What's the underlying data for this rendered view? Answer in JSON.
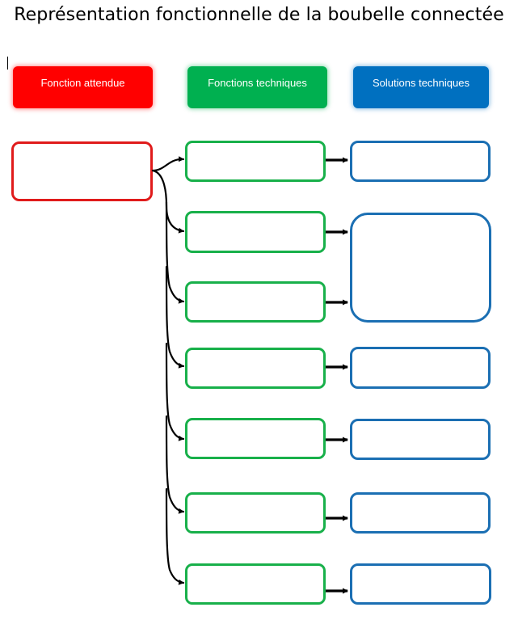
{
  "title": "Représentation fonctionnelle de la boubelle connectée",
  "headers": {
    "expected_function": "Fonction attendue",
    "technical_functions": "Fonctions techniques",
    "technical_solutions": "Solutions techniques"
  },
  "colors": {
    "red": "#ff0000",
    "green": "#00b050",
    "blue": "#0070c0"
  }
}
